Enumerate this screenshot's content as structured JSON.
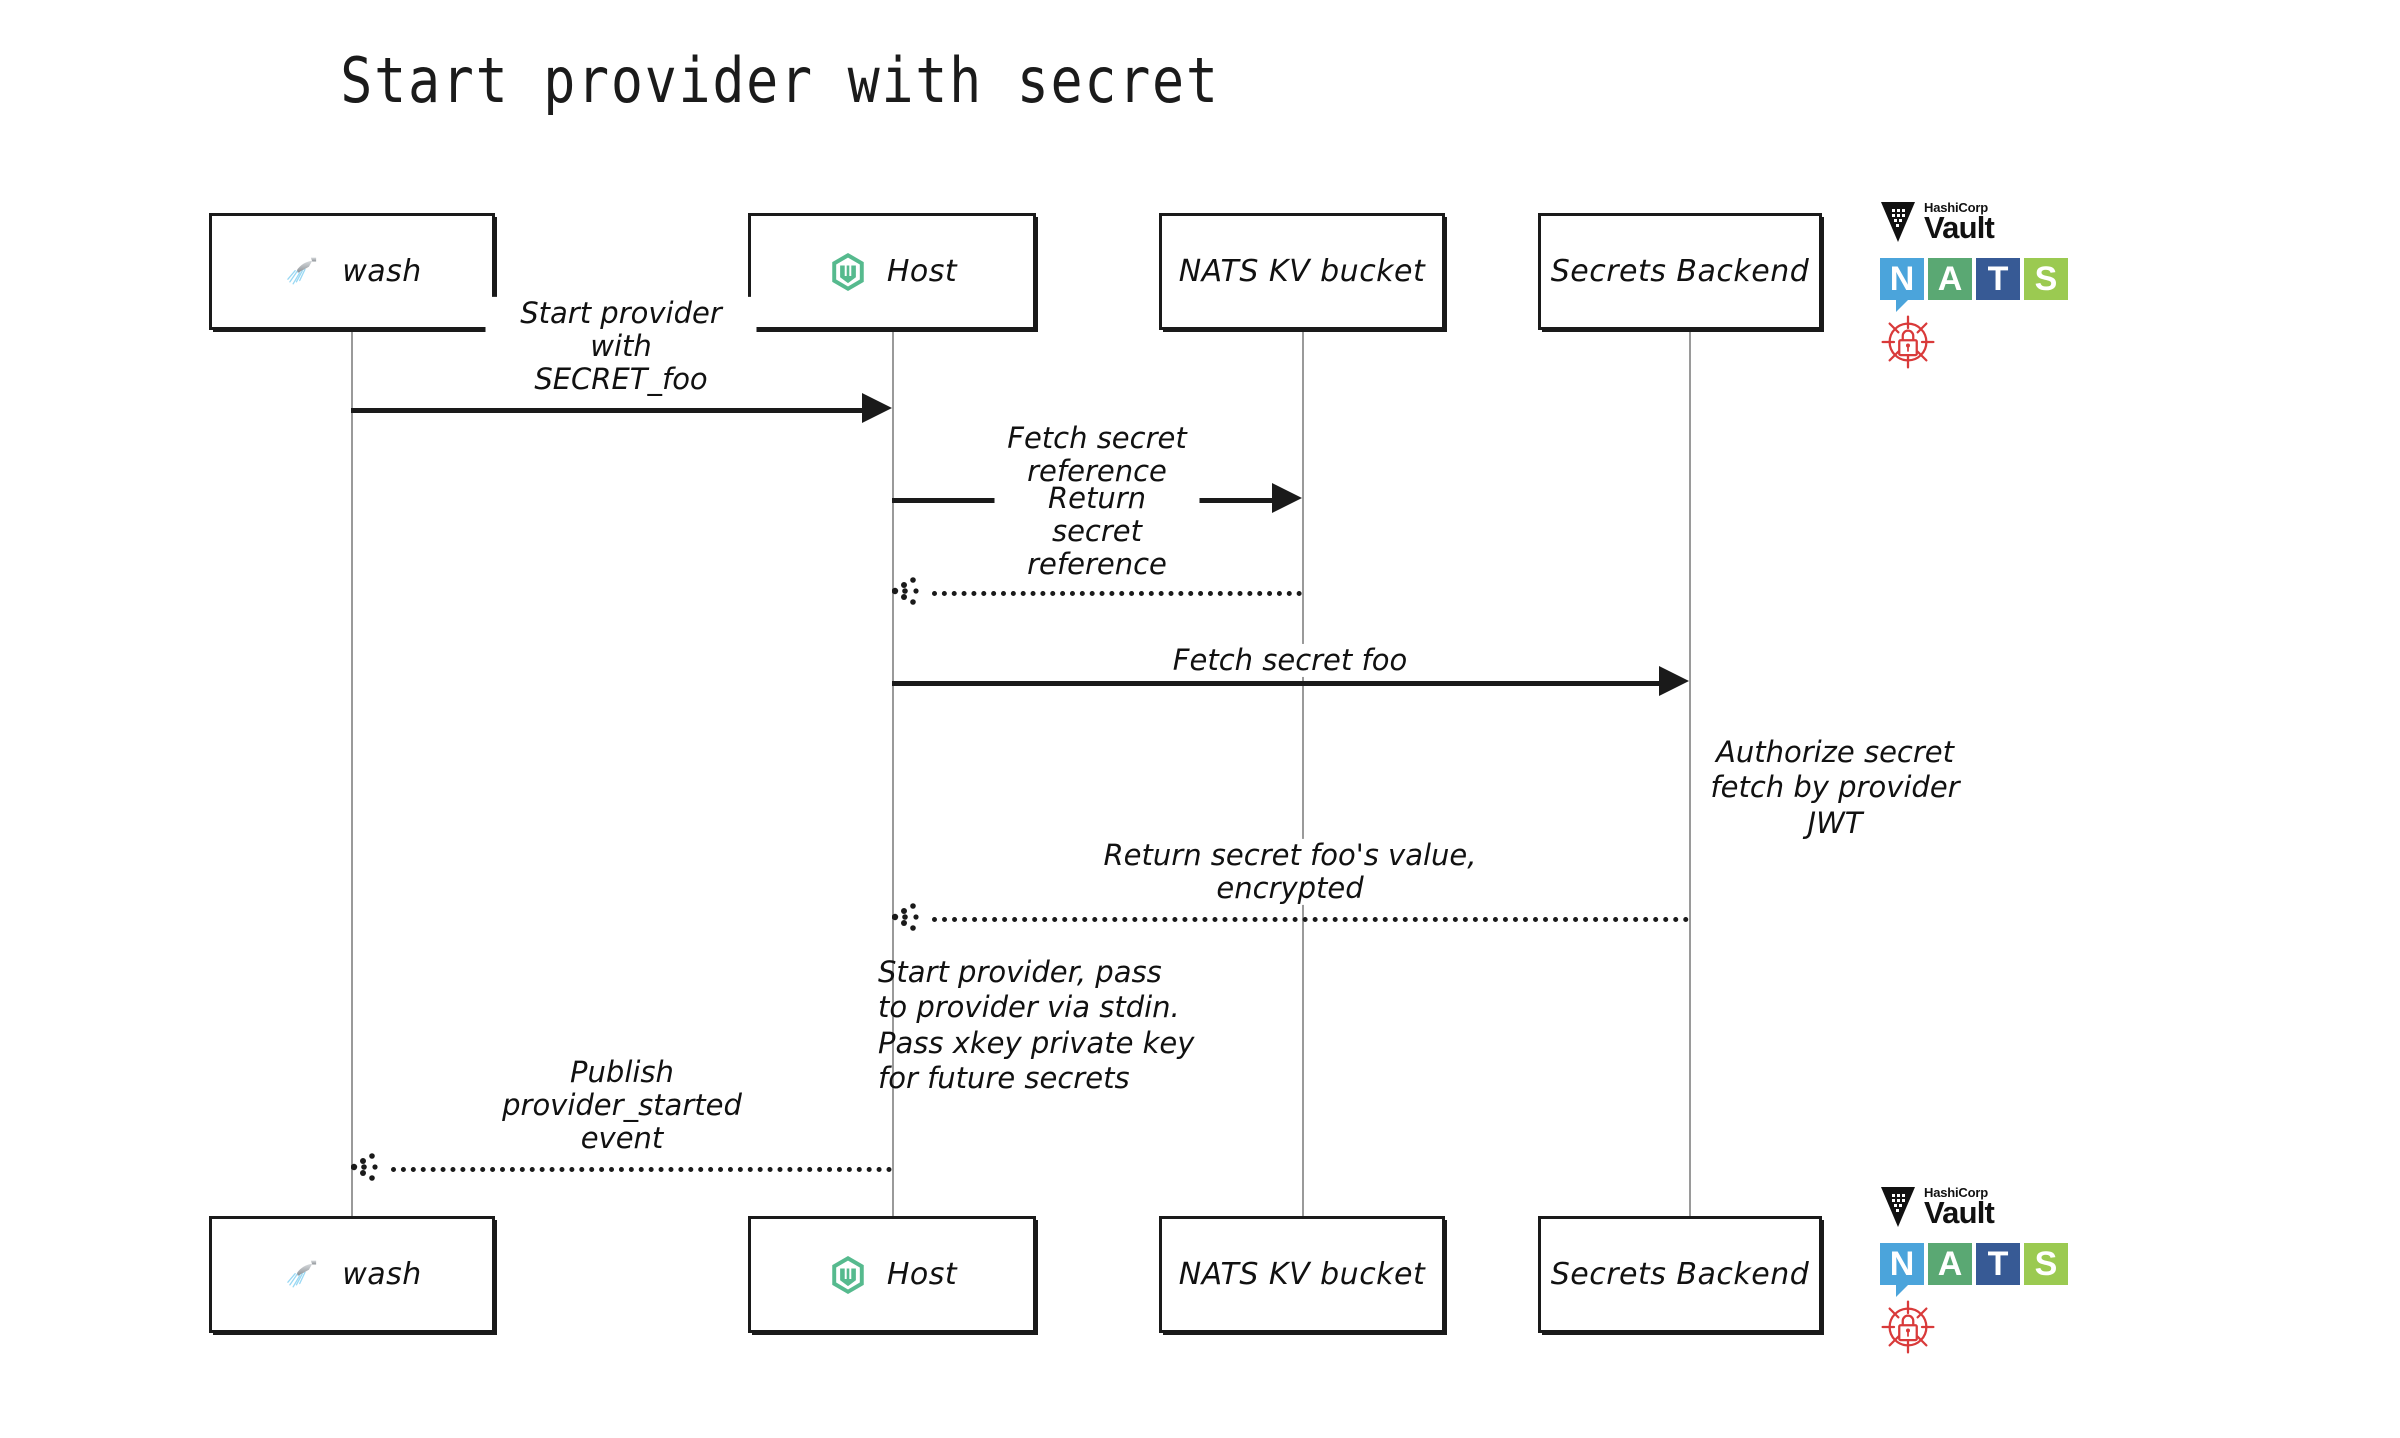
{
  "title": "Start provider with secret",
  "participants": [
    {
      "id": "wash",
      "label": "wash",
      "icon": "shower-icon"
    },
    {
      "id": "host",
      "label": "Host",
      "icon": "wasmcloud-hexagon-icon"
    },
    {
      "id": "natskv",
      "label": "NATS KV bucket",
      "icon": "none"
    },
    {
      "id": "backend",
      "label": "Secrets Backend",
      "icon": "none"
    }
  ],
  "messages": [
    {
      "id": "m1",
      "from": "wash",
      "to": "host",
      "label": "Start provider with\nSECRET_foo",
      "style": "solid"
    },
    {
      "id": "m2",
      "from": "host",
      "to": "natskv",
      "label": "Fetch secret\nreference",
      "style": "solid"
    },
    {
      "id": "m3",
      "from": "natskv",
      "to": "host",
      "label": "Return secret\nreference",
      "style": "dotted"
    },
    {
      "id": "m4",
      "from": "host",
      "to": "backend",
      "label": "Fetch secret foo",
      "style": "solid"
    },
    {
      "id": "m5",
      "from": "backend",
      "to": "host",
      "label": "Return secret foo's value,\nencrypted",
      "style": "dotted"
    },
    {
      "id": "m6",
      "from": "host",
      "to": "wash",
      "label": "Publish\nprovider_started event",
      "style": "dotted"
    }
  ],
  "notes": [
    {
      "id": "n1",
      "anchor": "backend",
      "text": "Authorize secret\nfetch by provider\nJWT"
    },
    {
      "id": "n2",
      "anchor": "host",
      "text": "Start provider, pass\nto provider via stdin.\nPass xkey private key\nfor future secrets"
    }
  ],
  "logos": {
    "vault": {
      "vendor": "HashiCorp",
      "product": "Vault",
      "icon": "vault-triangle-icon"
    },
    "nats": {
      "letters": [
        "N",
        "A",
        "T",
        "S"
      ],
      "colors": [
        "#4BA4DB",
        "#5AA873",
        "#375A95",
        "#9BCA51"
      ],
      "icon": "nats-logo-icon"
    },
    "secrets": {
      "icon": "locked-crosshair-icon",
      "color": "#D93A3A"
    }
  },
  "colors": {
    "stroke": "#1a1a1a",
    "lifeline": "#9a9a9a",
    "background": "#ffffff",
    "wasmcloud_green": "#56BA8E"
  }
}
